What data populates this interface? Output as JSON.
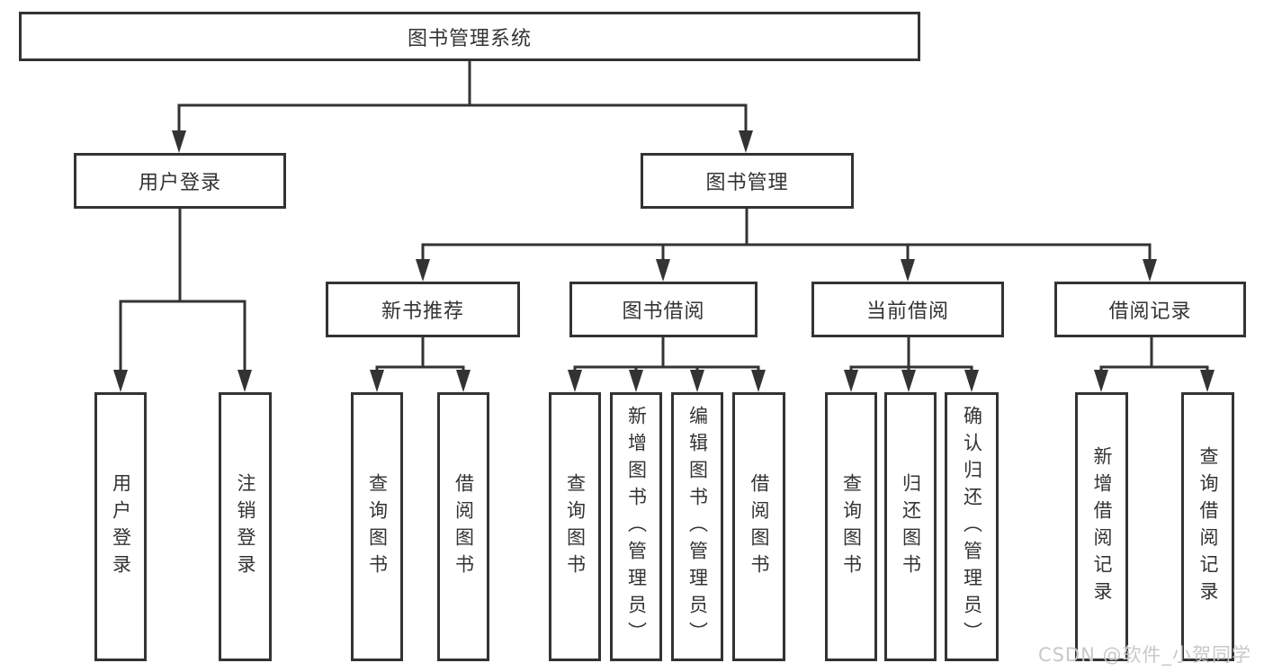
{
  "diagram_title": "图书管理系统",
  "tree": {
    "label": "图书管理系统",
    "children": [
      {
        "label": "用户登录",
        "children": [
          {
            "label": "用户登录"
          },
          {
            "label": "注销登录"
          }
        ]
      },
      {
        "label": "图书管理",
        "children": [
          {
            "label": "新书推荐",
            "children": [
              {
                "label": "查询图书"
              },
              {
                "label": "借阅图书"
              }
            ]
          },
          {
            "label": "图书借阅",
            "children": [
              {
                "label": "查询图书"
              },
              {
                "label": "新增图书（管理员）"
              },
              {
                "label": "编辑图书（管理员）"
              },
              {
                "label": "借阅图书"
              }
            ]
          },
          {
            "label": "当前借阅",
            "children": [
              {
                "label": "查询图书"
              },
              {
                "label": "归还图书"
              },
              {
                "label": "确认归还（管理员）"
              }
            ]
          },
          {
            "label": "借阅记录",
            "children": [
              {
                "label": "新增借阅记录"
              },
              {
                "label": "查询借阅记录"
              }
            ]
          }
        ]
      }
    ]
  },
  "watermark": {
    "text": "CSDN @软件_小贺同学"
  },
  "colors": {
    "line": "#333333",
    "background": "#ffffff",
    "watermark": "#c8c8c8"
  }
}
